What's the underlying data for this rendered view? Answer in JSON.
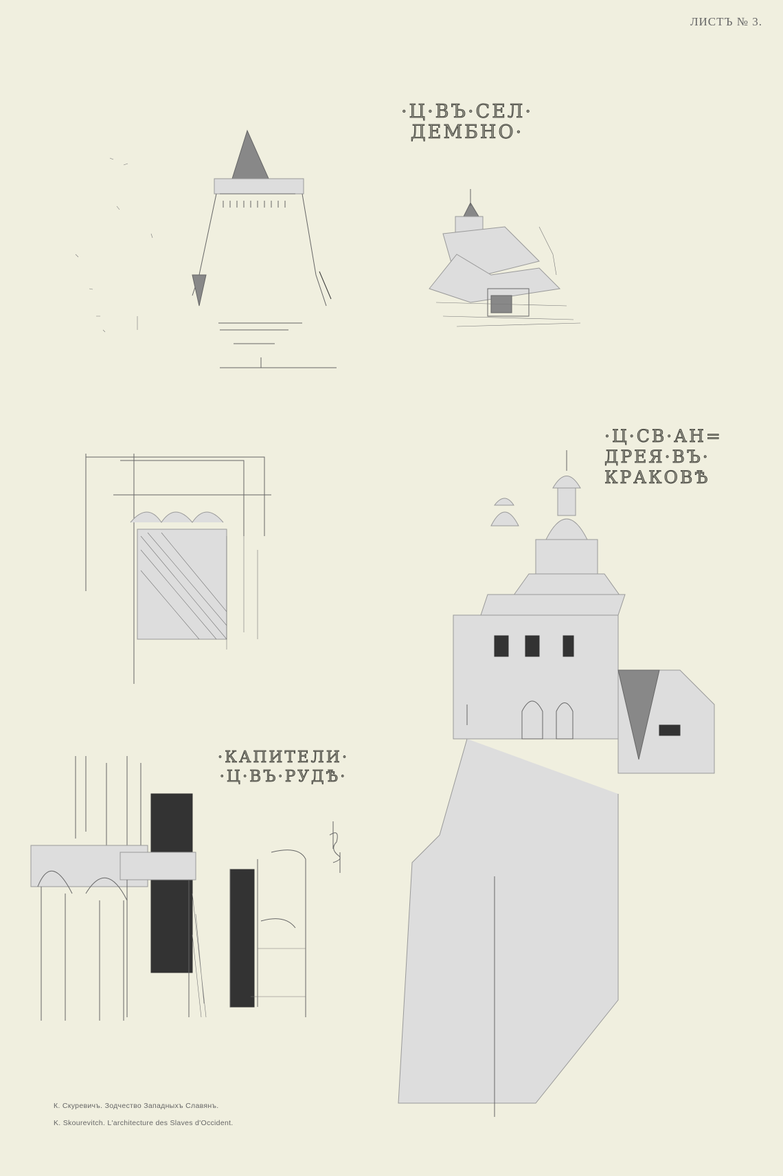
{
  "header": {
    "sheet_label": "ЛИСТЪ № 3."
  },
  "titles": {
    "dembno": [
      "·Ц·ВЪ·СЕЛ·",
      "ДЕМБНО·"
    ],
    "krakow": [
      "·Ц·СВ·АН=",
      "ДРЕЯ·ВЪ·",
      "КРАКОВѢ"
    ],
    "rud": [
      "·КАПИТЕЛИ·",
      "·Ц·ВЪ·РУДѢ·"
    ]
  },
  "footer": {
    "caption_ru": "К. Скуревичъ. Зодчество Западныхъ Славянъ.",
    "caption_fr": "K. Skourevitch. L'architecture des Slaves d'Occident."
  }
}
